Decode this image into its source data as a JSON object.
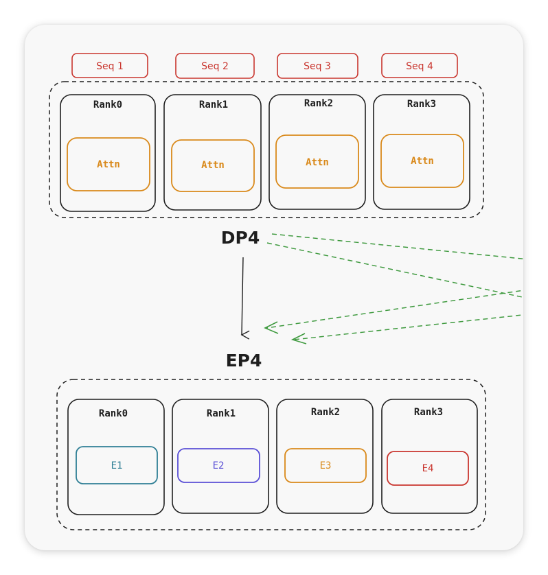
{
  "colors": {
    "seq": "#c9352e",
    "attn": "#d9891a",
    "arrow_green": "#3f9a3f",
    "ink": "#1e1e1e"
  },
  "sequences": [
    "Seq 1",
    "Seq 2",
    "Seq 3",
    "Seq 4"
  ],
  "dp_group": {
    "label": "DP4",
    "ranks": [
      {
        "name": "Rank0",
        "module": "Attn"
      },
      {
        "name": "Rank1",
        "module": "Attn"
      },
      {
        "name": "Rank2",
        "module": "Attn"
      },
      {
        "name": "Rank3",
        "module": "Attn"
      }
    ]
  },
  "ep_group": {
    "label": "EP4",
    "ranks": [
      {
        "name": "Rank0",
        "expert": "E1",
        "color": "#2f7f95"
      },
      {
        "name": "Rank1",
        "expert": "E2",
        "color": "#5a4fd6"
      },
      {
        "name": "Rank2",
        "expert": "E3",
        "color": "#d9891a"
      },
      {
        "name": "Rank3",
        "expert": "E4",
        "color": "#c9352e"
      }
    ]
  }
}
